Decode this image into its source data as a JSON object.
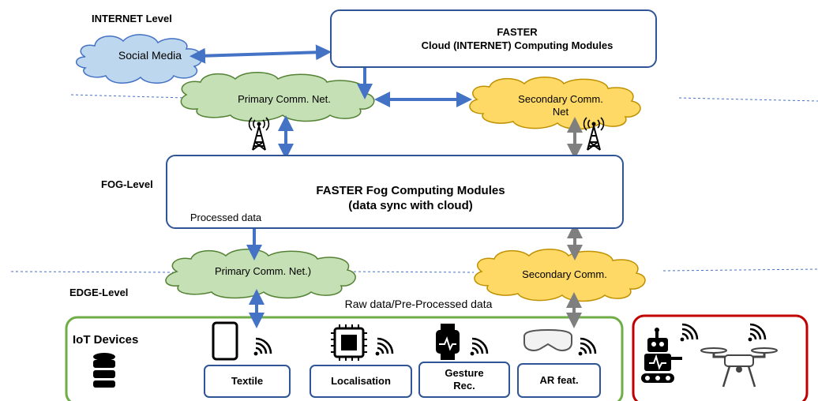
{
  "levels": {
    "internet": "INTERNET Level",
    "fog": "FOG-Level",
    "edge": "EDGE-Level"
  },
  "cloud_module": {
    "line1": "FASTER",
    "line2": "Cloud (INTERNET) Computing Modules"
  },
  "social_media": "Social Media",
  "networks": {
    "primary_top": "Primary Comm. Net.",
    "secondary_top_line1": "Secondary Comm.",
    "secondary_top_line2": "Net",
    "primary_bottom": "Primary Comm. Net.)",
    "secondary_bottom": "Secondary Comm."
  },
  "fog_module": {
    "line1": "FASTER Fog Computing Modules",
    "line2": "(data sync with cloud)",
    "processed": "Processed data"
  },
  "edge_data_label": "Raw data/Pre-Processed data",
  "iot": {
    "title": "IoT Devices",
    "devices": [
      "Textile",
      "Localisation",
      "Gesture Rec.",
      "AR feat."
    ]
  },
  "colors": {
    "blue_arrow": "#4472c4",
    "gray_arrow": "#7f7f7f",
    "green_cloud": "#c5e0b4",
    "yellow_cloud": "#ffd966",
    "blue_cloud": "#bdd7ee",
    "box_border": "#2f5597",
    "iot_border": "#70ad47",
    "robot_border": "#c00000"
  }
}
